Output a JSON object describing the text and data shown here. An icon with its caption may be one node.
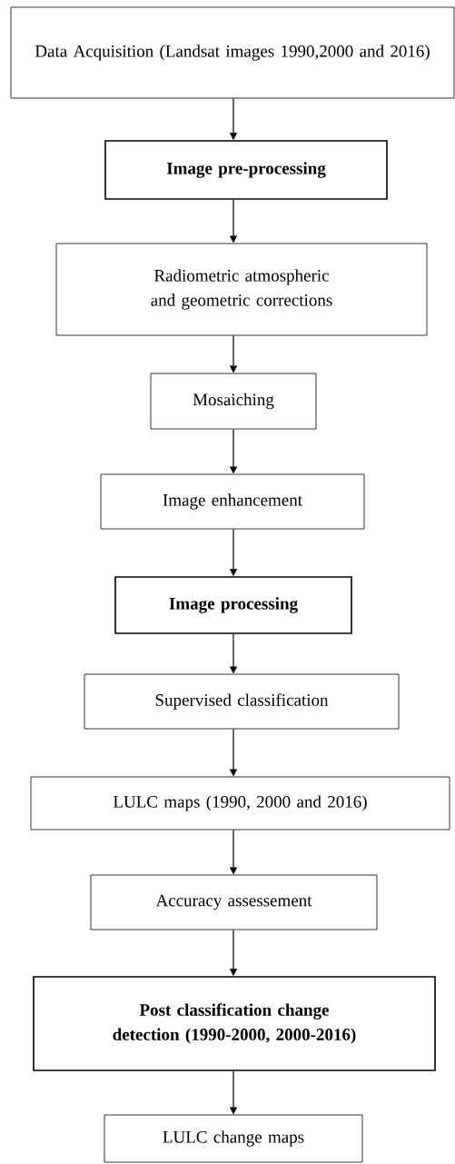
{
  "diagram": {
    "nodes": [
      {
        "text": [
          "Data Acquisition (Landsat images 1990,2000 and 2016)"
        ]
      },
      {
        "text": [
          "Image pre-processing"
        ]
      },
      {
        "text": [
          "Radiometric atmospheric and geometric corrections"
        ]
      },
      {
        "text": [
          "Mosaiching"
        ]
      },
      {
        "text": [
          "Image enhancement"
        ]
      },
      {
        "text": [
          "Image processing"
        ]
      },
      {
        "text": [
          "Supervised classification"
        ]
      },
      {
        "text": [
          "LULC maps (1990, 2000 and 2016)"
        ]
      },
      {
        "text": [
          "Accuracy assessement"
        ]
      },
      {
        "text": [
          "Post classification change detection (1990-2000, 2000-2016)"
        ]
      },
      {
        "text": [
          "LULC change maps"
        ]
      }
    ],
    "edges": [
      {
        "from": 0,
        "to": 1,
        "arrow": "to"
      },
      {
        "from": 1,
        "to": 2,
        "arrow": "to"
      },
      {
        "from": 2,
        "to": 3,
        "arrow": "to"
      },
      {
        "from": 3,
        "to": 4,
        "arrow": "to"
      },
      {
        "from": 4,
        "to": 5,
        "arrow": "to"
      },
      {
        "from": 5,
        "to": 6,
        "arrow": "to"
      },
      {
        "from": 6,
        "to": 7,
        "arrow": "to"
      },
      {
        "from": 7,
        "to": 8,
        "arrow": "to"
      },
      {
        "from": 8,
        "to": 9,
        "arrow": "to"
      },
      {
        "from": 9,
        "to": 10,
        "arrow": "to"
      }
    ]
  }
}
